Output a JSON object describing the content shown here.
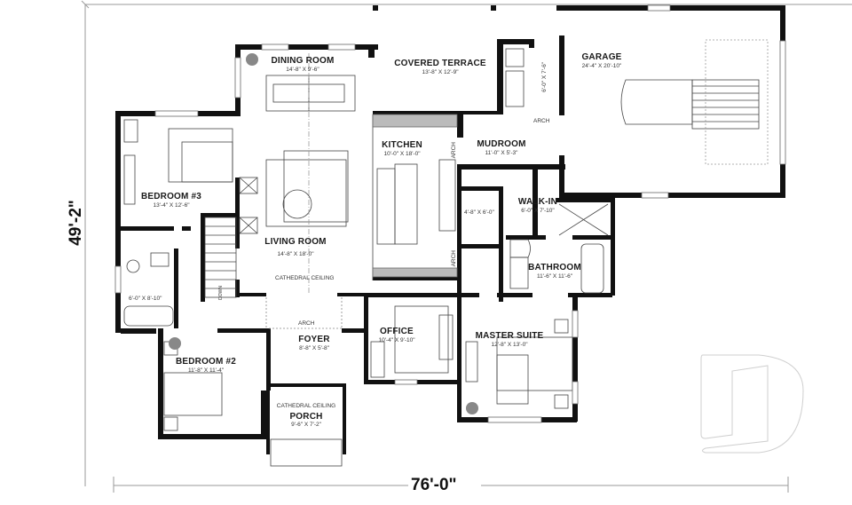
{
  "plan": {
    "overall_width": "76'-0\"",
    "overall_depth": "49'-2\"",
    "rooms": [
      {
        "id": "dining-room",
        "name": "DINING ROOM",
        "dims": "14'-8\" X 9'-6\""
      },
      {
        "id": "covered-terrace",
        "name": "COVERED TERRACE",
        "dims": "13'-8\" X 12'-9\""
      },
      {
        "id": "garage",
        "name": "GARAGE",
        "dims": "24'-4\" X 20'-10\""
      },
      {
        "id": "kitchen",
        "name": "KITCHEN",
        "dims": "10'-0\" X 18'-0\""
      },
      {
        "id": "mudroom",
        "name": "MUDROOM",
        "dims": "11'-0\" X 5'-3\""
      },
      {
        "id": "bedroom-3",
        "name": "BEDROOM #3",
        "dims": "13'-4\" X 12'-6\""
      },
      {
        "id": "walk-in",
        "name": "WALK-IN",
        "dims": "6'-0\" X 7'-10\""
      },
      {
        "id": "living-room",
        "name": "LIVING ROOM",
        "dims": "14'-8\" X 18'-0\""
      },
      {
        "id": "bathroom",
        "name": "BATHROOM",
        "dims": "11'-6\" X 11'-6\""
      },
      {
        "id": "office",
        "name": "OFFICE",
        "dims": "10'-4\" X 9'-10\""
      },
      {
        "id": "foyer",
        "name": "FOYER",
        "dims": "8'-8\" X 5'-8\""
      },
      {
        "id": "master-suite",
        "name": "MASTER SUITE",
        "dims": "12'-8\" X 13'-0\""
      },
      {
        "id": "bedroom-2",
        "name": "BEDROOM #2",
        "dims": "11'-8\" X 11'-4\""
      },
      {
        "id": "porch",
        "name": "PORCH",
        "dims": "9'-6\" X 7'-2\"",
        "note": "CATHEDRAL CEILING"
      }
    ],
    "unnamed_dims": {
      "laundry": "6'-0\" X 7'-6\"",
      "closet": "4'-8\" X 6'-0\"",
      "bath_2": "6'-0\" X 8'-10\""
    },
    "notes": {
      "living_cathedral": "CATHEDRAL CEILING",
      "arch": "ARCH",
      "stairs_down": "DOWN"
    }
  }
}
